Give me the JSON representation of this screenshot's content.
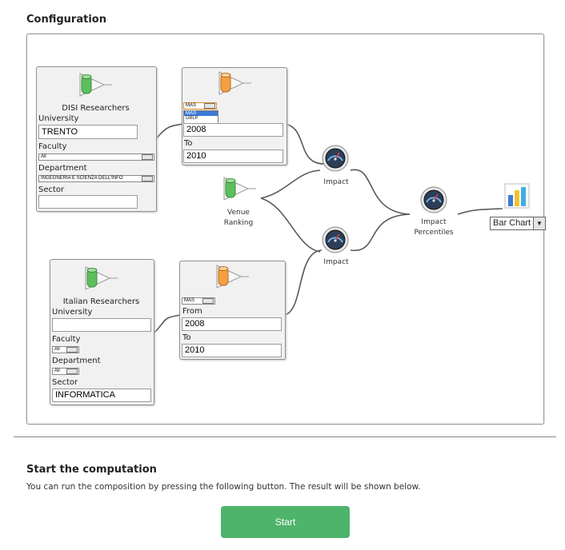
{
  "configuration": {
    "heading": "Configuration"
  },
  "nodes": {
    "disi": {
      "title": "DISI Researchers",
      "university_label": "University",
      "university_value": "TRENTO",
      "faculty_label": "Faculty",
      "faculty_value": "All",
      "department_label": "Department",
      "department_value": "INGEGNERIA E SCIENZA DELL'INFO",
      "sector_label": "Sector",
      "sector_value": ""
    },
    "italian": {
      "title": "Italian Researchers",
      "university_label": "University",
      "university_value": "",
      "faculty_label": "Faculty",
      "faculty_value": "All",
      "department_label": "Department",
      "department_value": "All",
      "sector_label": "Sector",
      "sector_value": "INFORMATICA"
    },
    "filter_top": {
      "source_value": "MAS",
      "dropdown_options": [
        "MAS",
        "DBLP"
      ],
      "from_value": "2008",
      "to_label": "To",
      "to_value": "2010"
    },
    "filter_bottom": {
      "source_value": "MAS",
      "from_label": "From",
      "from_value": "2008",
      "to_label": "To",
      "to_value": "2010"
    },
    "venue": {
      "line1": "Venue",
      "line2": "Ranking"
    },
    "impact_top": {
      "label": "Impact"
    },
    "impact_bottom": {
      "label": "Impact"
    },
    "percentiles": {
      "line1": "Impact",
      "line2": "Percentiles"
    },
    "output": {
      "value": "Bar Chart"
    }
  },
  "computation": {
    "heading": "Start the computation",
    "description": "You can run the composition by pressing the following button. The result will be shown below.",
    "start_label": "Start"
  },
  "colors": {
    "start_button": "#4fb46b",
    "source_icon": "#5cbf5c",
    "filter_icon": "#f4a040"
  }
}
